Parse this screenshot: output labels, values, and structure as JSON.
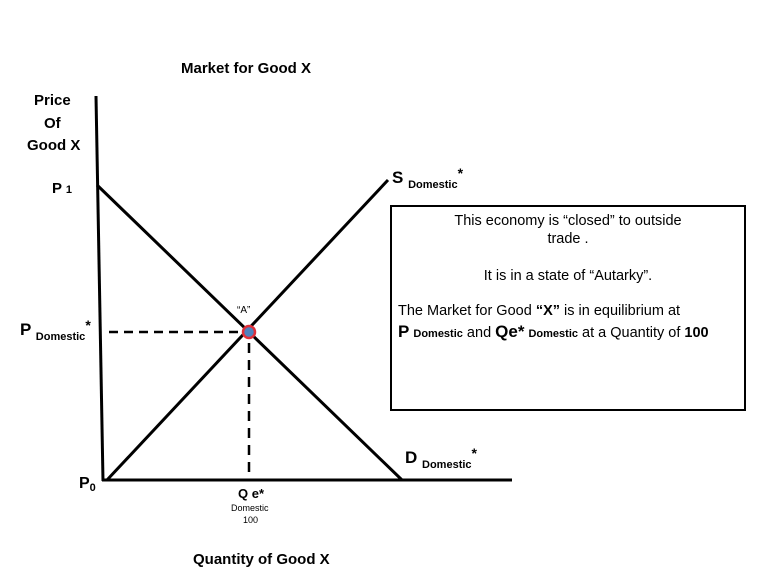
{
  "title": "Market for  Good X",
  "y_axis_label": [
    "Price",
    "Of",
    "Good X"
  ],
  "x_axis_label": "Quantity of Good X",
  "labels": {
    "p1_main": "P",
    "p1_sub": "1",
    "p_dom_main": "P",
    "p_dom_sub": "Domestic",
    "p_dom_star": "*",
    "p0_main": "P",
    "p0_sub": "0",
    "s_main": "S",
    "s_sub": "Domestic",
    "s_star": "*",
    "d_main": "D",
    "d_sub": "Domestic",
    "d_star": "*",
    "point_a": "“A”",
    "qe_main": "Q e*",
    "qe_sub": "Domestic",
    "qe_value": "100"
  },
  "info_box": {
    "line1": "This economy is “closed” to outside",
    "line2": "trade .",
    "line3": "It is in a state of “Autarky”.",
    "line4_a": "The Market for Good ",
    "line4_b": "“X”",
    "line4_c": " is in equilibrium at",
    "line5_p": "P",
    "line5_sub1": "Domestic",
    "line5_and": " and ",
    "line5_qe": "Qe*",
    "line5_sub2": "Domestic",
    "line5_at": " at a Quantity of ",
    "line5_qty": "100"
  },
  "colors": {
    "point_fill": "#4f81bd",
    "point_stroke": "#e0303a"
  }
}
